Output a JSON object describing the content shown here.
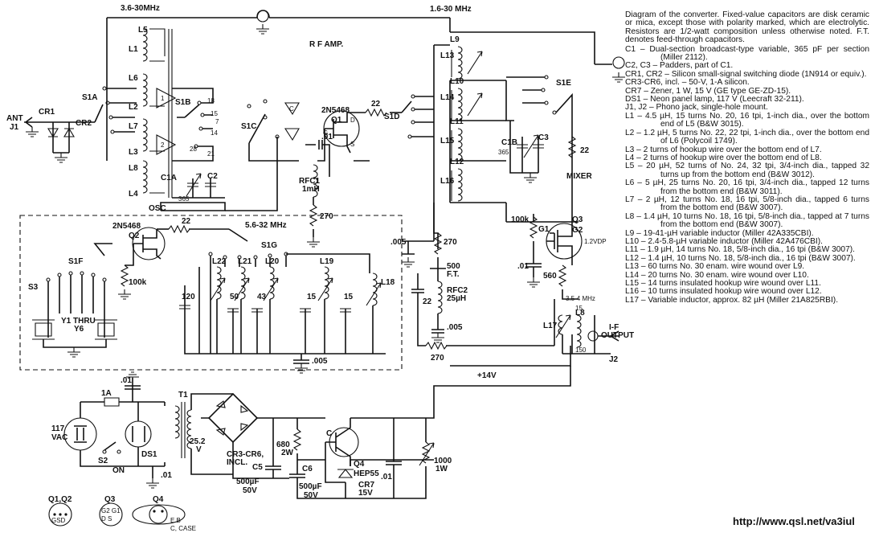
{
  "diagram": {
    "bands": {
      "top_left": "3.6-30MHz",
      "top_mid": "1.6-30 MHz",
      "osc": "5.6-32 MHz",
      "if_band": "3.5-4 MHz"
    },
    "blocks": {
      "rf_amp": "R F  AMP.",
      "osc": "OSC",
      "mixer": "MIXER",
      "if_output": "I-F\nOUTPUT"
    },
    "parts": {
      "j1": "ANT\nJ1",
      "cr1": "CR1",
      "cr2": "CR2",
      "s1a": "S1A",
      "l5": "L5",
      "l1": "L1",
      "l6": "L6",
      "l2": "L2",
      "l7": "L7",
      "l3": "L3",
      "l8": "L8",
      "l4": "L4",
      "s1b": "S1B",
      "c1a": "C1A",
      "c2": "C2",
      "c2_val": "365",
      "b1": "1",
      "b2": "2",
      "n18": "18",
      "n15": "15",
      "n7": "7",
      "n14": "14",
      "n28": "28",
      "n21": "21",
      "s1c": "S1C",
      "c": "C",
      "q1_type": "2N5468",
      "q1": "Q1",
      "q1_d": "D",
      "q1_g": "G",
      "q1_s": "S",
      "r22a": "22",
      "s1d": "S1D",
      "c01a": ".01",
      "rfc1": "RFC1\n1mH",
      "r270a": "270",
      "l9": "L9",
      "l13": "L13",
      "l10": "L10",
      "l14": "L14",
      "l11": "L11",
      "l15": "L15",
      "l12": "L12",
      "l16": "L16",
      "s1e": "S1E",
      "c1b": "C1B",
      "c3": "C3",
      "c3_val": "365",
      "r22b": "22",
      "q3": "Q3",
      "g1": "G1",
      "g2": "G2",
      "q3_type": "1.2VDP",
      "r100k_m": "100k",
      "c01_m": ".01",
      "r560": "560",
      "c005a": ".005",
      "r270b": "270",
      "c500": "500\nF.T.",
      "c22": "22",
      "rfc2": "RFC2\n25µH",
      "c005b": ".005",
      "l17": "L17",
      "c15": "15",
      "c150": "150",
      "j2": "J2",
      "q2_type": "2N5468",
      "q2": "Q2",
      "r22c": "22",
      "s1f": "S1F",
      "r100k": "100k",
      "s1g": "S1G",
      "s3": "S3",
      "y1": "Y1 THRU\nY6",
      "c120": "120",
      "l22": "L22",
      "l21": "L21",
      "c50": "50",
      "l20": "L20",
      "c43": "43",
      "l19": "L19",
      "c15b": "15",
      "l18": "L18",
      "c15c": "15",
      "c005c": ".005",
      "r270c": "270",
      "v14": "+14V",
      "c01b": ".01",
      "f1": "1A",
      "t1": "T1",
      "v117": "117\nVAC",
      "s2": "S2",
      "on": "ON",
      "ds1": "DS1",
      "c01c": ".01",
      "v252": "25.2\nV",
      "cr36": "CR3-CR6,\nINCL.",
      "r680": "680\n2W",
      "c5": "C5",
      "c5_val": "500µF\n50V",
      "c6": "C6",
      "c6_val": "500µF\n50V",
      "q4": "Q4",
      "q4_type": "HEP55",
      "cr7": "CR7\n15V",
      "r1000": "1000\n1W",
      "c01d": ".01",
      "pin_q12": "Q1,Q2",
      "pin_q12_sub": "GSD",
      "pin_q3": "Q3",
      "pin_q3_pins": "G2 G1\nD S",
      "pin_q4": "Q4",
      "pin_q4_pins": "E B\nC, CASE"
    }
  },
  "notes": {
    "intro": "Diagram of the converter. Fixed-value capacitors are disk ceramic or mica, except those with polarity marked, which are electrolytic. Resistors are 1/2-watt composition unless otherwise noted. F.T. denotes feed-through capacitors.",
    "items": [
      "C1 – Dual-section broadcast-type variable, 365 pF per section (Miller 2112).",
      "C2, C3 – Padders, part of C1.",
      "CR1, CR2 – Silicon small-signal switching diode (1N914 or equiv.).",
      "CR3-CR6, incl. – 50-V, 1-A silicon.",
      "CR7 – Zener, 1 W, 15 V (GE type GE-ZD-15).",
      "DS1 – Neon panel lamp, 117 V (Leecraft 32-211).",
      "J1, J2 – Phono jack, single-hole mount.",
      "L1 – 4.5 µH, 15 turns No. 20, 16 tpi, 1-inch dia., over the bottom end of L5 (B&W 3015).",
      "L2 – 1.2 µH, 5 turns No. 22, 22 tpi, 1-inch dia., over the bottom end of L6 (Polycoil 1749).",
      "L3 – 2 turns of hookup wire over the bottom end of L7.",
      "L4 – 2 turns of hookup wire over the bottom end of L8.",
      "L5 – 20 µH, 52 turns of No. 24, 32 tpi, 3/4-inch dia., tapped 32 turns up from the bottom end (B&W 3012).",
      "L6 – 5 µH, 25 turns No. 20, 16 tpi, 3/4-inch dia., tapped 12 turns from the bottom end (B&W 3011).",
      "L7 – 2 µH, 12 turns No. 18, 16 tpi, 5/8-inch dia., tapped 6 turns from the bottom end (B&W 3007).",
      "L8 – 1.4 µH, 10 turns No. 18, 16 tpi, 5/8-inch dia., tapped at 7 turns from the bottom end (B&W 3007).",
      "L9 – 19-41-µH variable inductor (Miller 42A335CBI).",
      "L10 – 2.4-5.8-µH variable inductor (Miller 42A476CBI).",
      "L11 – 1.9 µH, 14 turns No. 18, 5/8-inch dia., 16 tpi (B&W 3007).",
      "L12 – 1.4 µH, 10 turns No. 18, 5/8-inch dia., 16 tpi (B&W 3007).",
      "L13 – 60 turns No. 30 enam. wire wound over L9.",
      "L14 – 20 turns No. 30 enam. wire wound over L10.",
      "L15 – 14 turns insulated hookup wire wound over L11.",
      "L16 – 10 turns insulated hookup wire wound over L12.",
      "L17 – Variable inductor, approx. 82 µH (Miller 21A825RBI)."
    ],
    "url": "http://www.qsl.net/va3iul"
  }
}
